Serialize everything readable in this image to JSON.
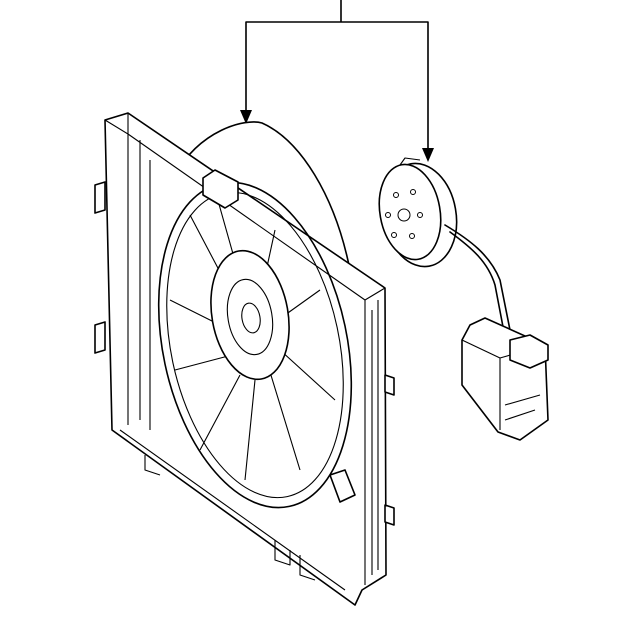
{
  "diagram": {
    "kind": "exploded-parts-illustration",
    "parts": [
      {
        "name": "fan-shroud-assembly"
      },
      {
        "name": "fan-blade"
      },
      {
        "name": "fan-motor"
      },
      {
        "name": "motor-control-module"
      }
    ],
    "colors": {
      "line": "#000000",
      "background": "#ffffff"
    }
  }
}
